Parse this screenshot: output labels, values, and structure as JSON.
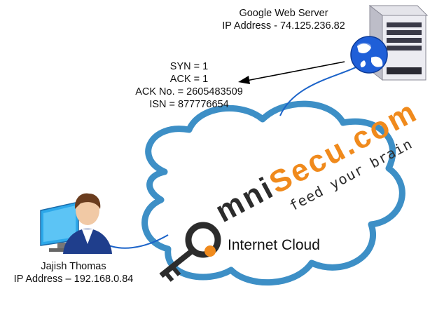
{
  "server": {
    "name": "Google Web Server",
    "ip": "IP Address - 74.125.236.82"
  },
  "packet": {
    "syn": "SYN = 1",
    "ack": "ACK = 1",
    "ack_no": "ACK No. = 2605483509",
    "isn": "ISN = 877776654"
  },
  "client": {
    "name": "Jajish Thomas",
    "ip": "IP Address – 192.168.0.84"
  },
  "cloud": {
    "label": "Internet Cloud"
  },
  "watermark": {
    "brand": "omniSecu.com",
    "tagline": "feed your brain"
  },
  "colors": {
    "cloud_fill": "#ffffff",
    "cloud_stroke": "#3d8fc6",
    "link_line": "#1b63c9",
    "arrow": "#000000",
    "brand_orange": "#f08a1c",
    "brand_dark": "#2c2c2c"
  },
  "icons": [
    "server-globe-icon",
    "user-computer-icon",
    "key-logo-icon"
  ]
}
